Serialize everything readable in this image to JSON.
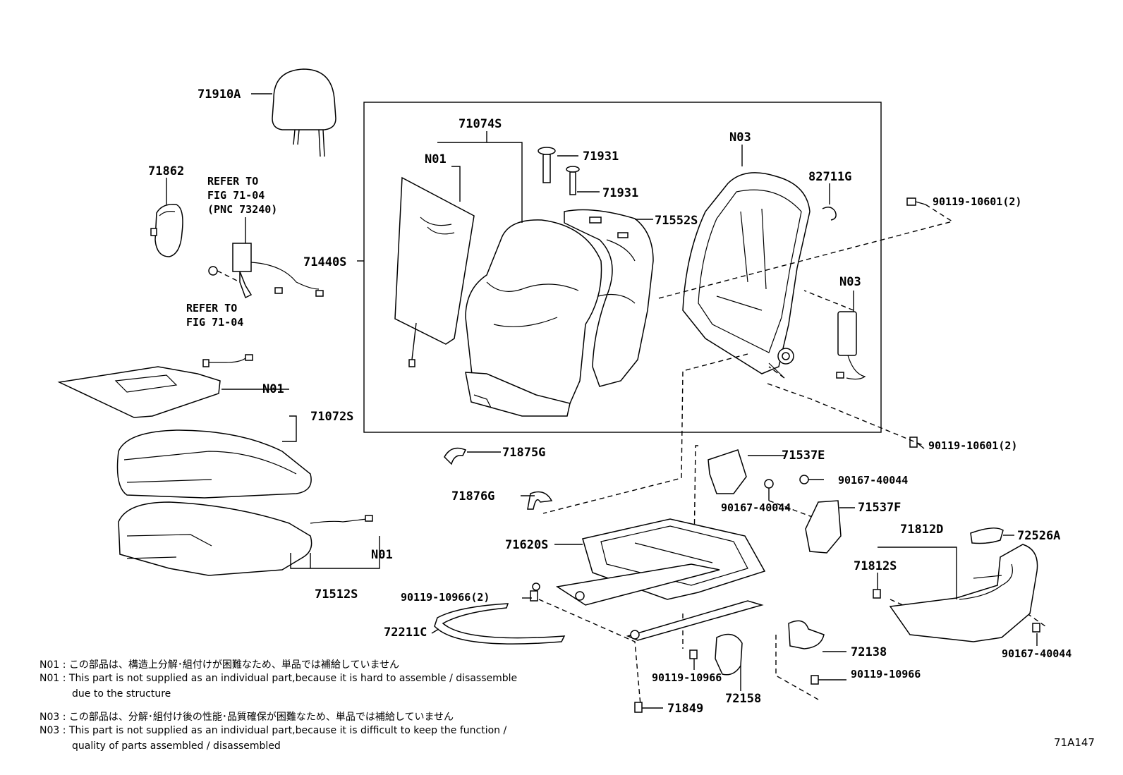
{
  "diagram_id": "71A147",
  "parts": {
    "headrest": "71910A",
    "cover_71862": "71862",
    "refer_top": "REFER TO",
    "refer_top_fig": "FIG 71-04",
    "refer_top_pnc": "(PNC 73240)",
    "refer_bottom": "REFER TO",
    "refer_bottom_fig": "FIG 71-04",
    "back_assy": "71440S",
    "back_cover": "71074S",
    "back_n01": "N01",
    "guide_a": "71931",
    "guide_b": "71931",
    "back_pad": "71552S",
    "frame_n03": "N03",
    "clip": "82711G",
    "airbag_n03": "N03",
    "bolt_top": "90119-10601(2)",
    "bolt_mid": "90119-10601(2)",
    "cushion_n01": "N01",
    "cushion_cover": "71072S",
    "cushion_assy": "71512S",
    "cushion_n01_b": "N01",
    "cover_71875": "71875G",
    "cover_71876": "71876G",
    "shield_e": "71537E",
    "screw_a": "90167-40044",
    "screw_b": "90167-40044",
    "shield_f": "71537F",
    "adjuster": "71620S",
    "bolt_left": "90119-10966(2)",
    "wire": "72211C",
    "shield_d": "71812D",
    "shield_s": "71812S",
    "knob": "72526A",
    "screw_c": "90167-40044",
    "cover_72138": "72138",
    "bolt_b1": "90119-10966",
    "bolt_b2": "90119-10966",
    "lever": "72158",
    "cap": "71849"
  },
  "notes": {
    "n01_jp": "N01 : この部品は、構造上分解･組付けが困難なため、単品では補給していません",
    "n01_en": "N01 : This part is not supplied as an individual part,because it is hard to assemble / disassemble",
    "n01_en2": "due to the structure",
    "n03_jp": "N03 : この部品は、分解･組付け後の性能･品質確保が困難なため、単品では補給していません",
    "n03_en": "N03 : This part is not supplied as an individual part,because it is difficult to keep the function /",
    "n03_en2": "quality of parts assembled / disassembled"
  }
}
